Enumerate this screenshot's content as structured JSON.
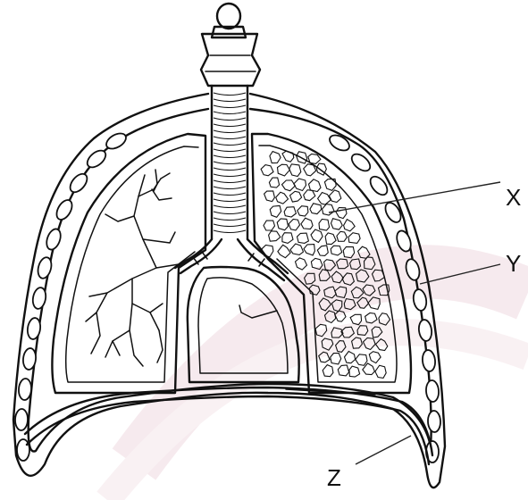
{
  "diagram": {
    "labels": {
      "x": "X",
      "y": "Y",
      "z": "Z"
    },
    "colors": {
      "ink": "#111111",
      "background": "#ffffff",
      "watermark": "#e8d8dc"
    }
  }
}
